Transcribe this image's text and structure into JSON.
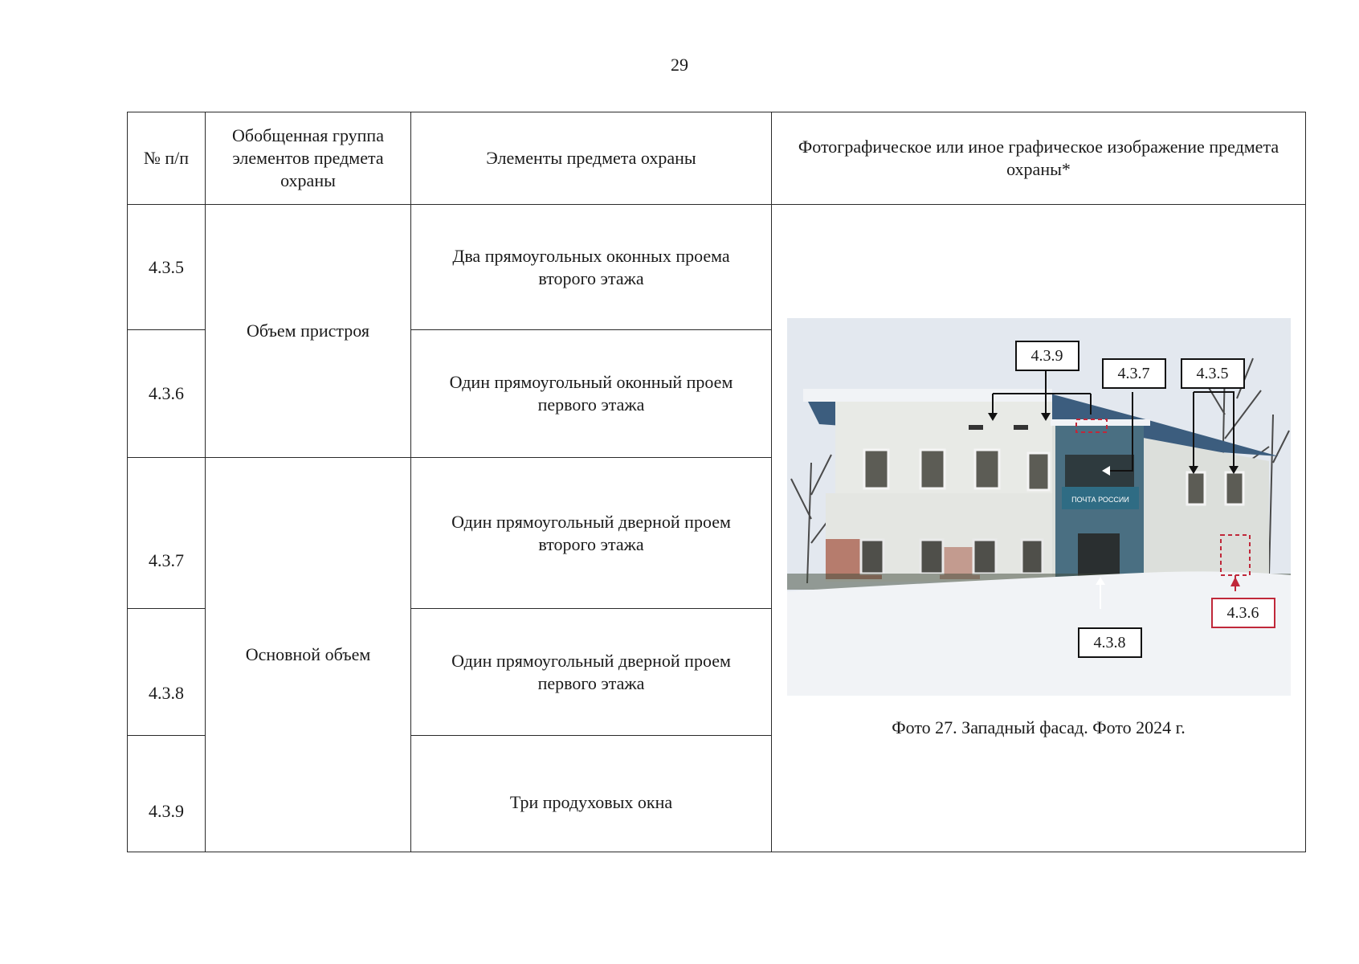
{
  "page_number": "29",
  "table": {
    "headers": {
      "num": "№ п/п",
      "group": "Обобщенная группа элементов предмета охраны",
      "elements": "Элементы предмета охраны",
      "image": "Фотографическое или иное графическое изображение предмета охраны*"
    },
    "groups": {
      "g1": "Объем пристроя",
      "g2": "Основной объем"
    },
    "rows": [
      {
        "num": "4.3.5",
        "element": "Два прямоугольных оконных проема второго этажа"
      },
      {
        "num": "4.3.6",
        "element": "Один прямоугольный оконный проем первого этажа"
      },
      {
        "num": "4.3.7",
        "element": "Один прямоугольный дверной проем второго этажа"
      },
      {
        "num": "4.3.8",
        "element": "Один прямоугольный дверной проем первого этажа"
      },
      {
        "num": "4.3.9",
        "element": "Три продуховых окна"
      }
    ]
  },
  "photo": {
    "caption": "Фото 27. Западный фасад. Фото 2024 г.",
    "sign_text": "ПОЧТА РОССИИ",
    "callouts": {
      "c439": "4.3.9",
      "c437": "4.3.7",
      "c435": "4.3.5",
      "c436": "4.3.6",
      "c438": "4.3.8"
    },
    "colors": {
      "callout_red": "#c0283a",
      "facade": "#e4e6e2",
      "roof": "#3c5d7e",
      "snow": "#f1f3f6",
      "brick": "#a24f3c"
    }
  }
}
